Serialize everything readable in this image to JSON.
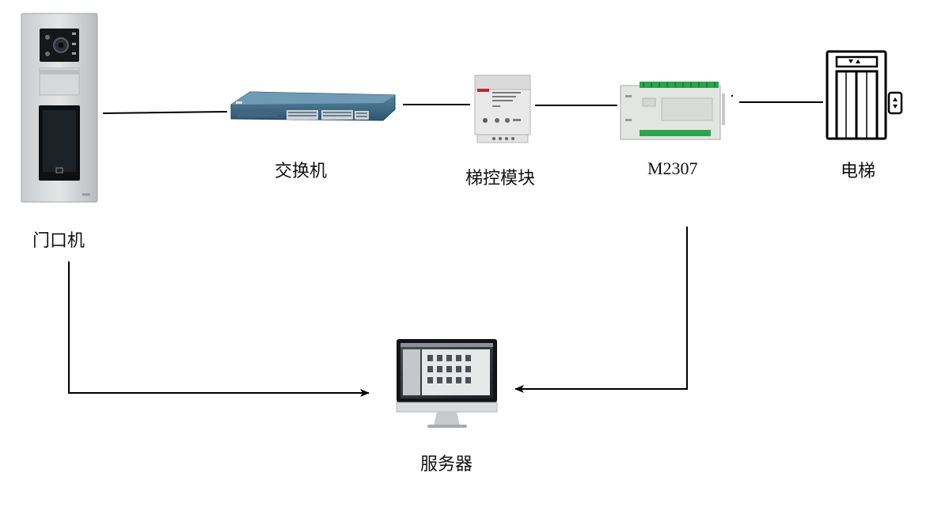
{
  "diagram": {
    "nodes": [
      {
        "id": "door_station",
        "label": "门口机",
        "icon": "door-station-icon"
      },
      {
        "id": "switch",
        "label": "交换机",
        "icon": "network-switch-icon"
      },
      {
        "id": "elevator_module",
        "label": "梯控模块",
        "icon": "elevator-control-module-icon"
      },
      {
        "id": "m2307",
        "label": "M2307",
        "icon": "io-controller-icon"
      },
      {
        "id": "elevator",
        "label": "电梯",
        "icon": "elevator-icon"
      },
      {
        "id": "server",
        "label": "服务器",
        "icon": "computer-monitor-icon"
      }
    ],
    "edges": [
      {
        "from": "door_station",
        "to": "switch",
        "type": "line"
      },
      {
        "from": "switch",
        "to": "elevator_module",
        "type": "line"
      },
      {
        "from": "elevator_module",
        "to": "m2307",
        "type": "line"
      },
      {
        "from": "m2307",
        "to": "elevator",
        "type": "line"
      },
      {
        "from": "door_station",
        "to": "server",
        "type": "arrow"
      },
      {
        "from": "m2307",
        "to": "server",
        "type": "arrow"
      }
    ]
  }
}
